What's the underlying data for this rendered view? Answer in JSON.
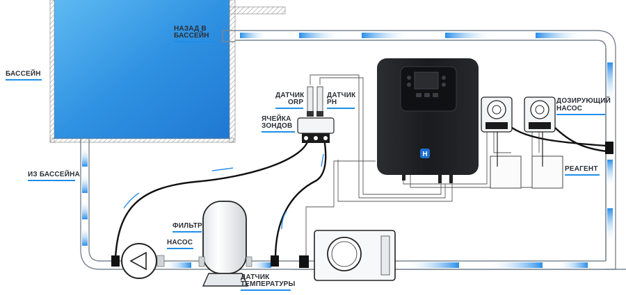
{
  "labels": {
    "pool": "БАССЕЙН",
    "return_line1": "НАЗАД В",
    "return_line2": "БАССЕЙН",
    "from_pool": "ИЗ БАССЕЙНА",
    "filter": "ФИЛЬТР",
    "pump": "НАСОС",
    "orp_line1": "ДАТЧИК",
    "orp_line2": "ORP",
    "ph_line1": "ДАТЧИК",
    "ph_line2": "PH",
    "cells_line1": "ЯЧЕЙКА",
    "cells_line2": "ЗОНДОВ",
    "dosing_line1": "ДОЗИРУЮЩИЙ",
    "dosing_line2": "НАСОС",
    "reagent": "РЕАГЕНТ",
    "temp_line1": "ДАТЧИК",
    "temp_line2": "ТЕМПЕРАТУРЫ",
    "logo_letter": "H"
  },
  "colors": {
    "accent": "#1e8ee8",
    "pipe_outline": "#7a8590",
    "controller_body": "#1c1d20",
    "water_top": "#4aaef0",
    "water_bottom": "#1f7fd8"
  },
  "icons": {
    "flow": "flow-arrow-icon",
    "pump": "pump-triangle-icon",
    "controller": "controller-logo-icon"
  }
}
